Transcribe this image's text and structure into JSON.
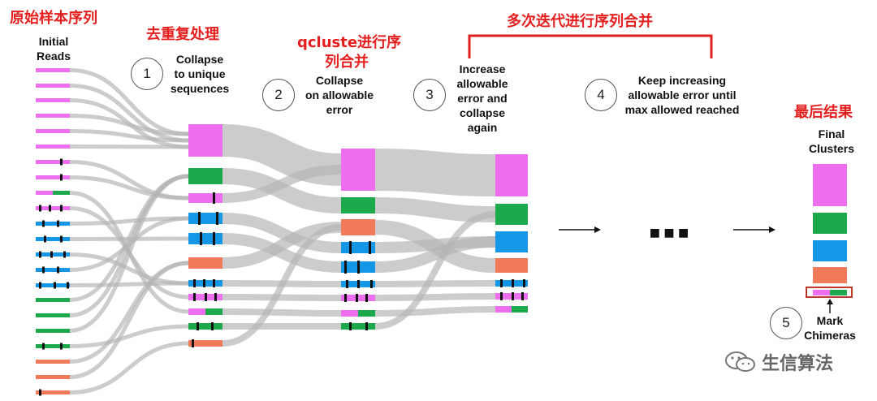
{
  "annotations_cn": {
    "raw_reads": "原始样本序列",
    "dedup": "去重复处理",
    "qcluster_line1": "qcluste进行序",
    "qcluster_line2": "列合并",
    "iterate": "多次迭代进行序列合并",
    "final_result": "最后结果"
  },
  "labels": {
    "initial_line1": "Initial",
    "initial_line2": "Reads",
    "collapse_line1": "Collapse",
    "collapse_line2": "to unique",
    "collapse_line3": "sequences",
    "allow_line1": "Collapse",
    "allow_line2": "on allowable",
    "allow_line3": "error",
    "inc_line1": "Increase",
    "inc_line2": "allowable",
    "inc_line3": "error and",
    "inc_line4": "collapse",
    "inc_line5": "again",
    "keep_line1": "Keep increasing",
    "keep_line2": "allowable error until",
    "keep_line3": "max allowed reached",
    "final_line1": "Final",
    "final_line2": "Clusters",
    "mark_line1": "Mark",
    "mark_line2": "Chimeras",
    "ellipsis": "■ ■ ■"
  },
  "steps": [
    "1",
    "2",
    "3",
    "4",
    "5"
  ],
  "watermark": "生信算法",
  "colors": {
    "pink": "#ee6ef0",
    "green": "#1ba94c",
    "blue": "#1497e6",
    "orange": "#f17a5a",
    "flow": "#b4b4b4",
    "annotation_red": "#e41f1f"
  }
}
